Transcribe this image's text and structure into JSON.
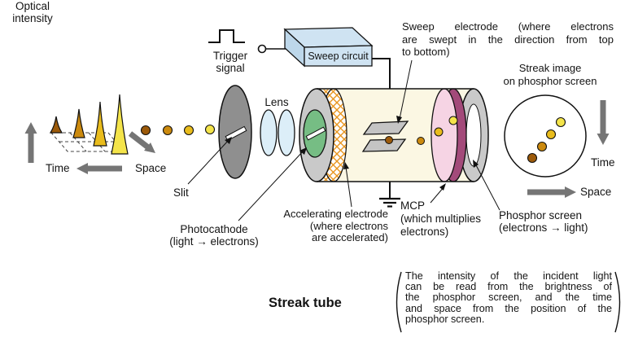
{
  "colors": {
    "box_blue": "#cfe3f2",
    "tube_cream": "#fbf7e3",
    "photocathode_green": "#76bd84",
    "mcp_pink": "#f6d4e4",
    "phosphor_magenta": "#a34a7a",
    "mesh_orange": "#e8951e",
    "slit_gray": "#8f8f8f",
    "cap_gray": "#c9c9c9",
    "plate_gray": "#c4c4c4",
    "lens_blue": "#dceef8",
    "axis_arrow_gray": "#757575",
    "dots": [
      "#9c5a0a",
      "#cc8a0e",
      "#e9bc1c",
      "#f4e44a"
    ]
  },
  "left_panel": {
    "optical_intensity": [
      "Optical",
      "intensity"
    ],
    "time": "Time",
    "space": "Space"
  },
  "input_stage": {
    "slit": "Slit",
    "lens": "Lens"
  },
  "trigger": {
    "label": [
      "Trigger",
      "signal"
    ]
  },
  "sweep_circuit": {
    "label": "Sweep circuit"
  },
  "tube": {
    "title": "Streak tube",
    "sweep_electrode": [
      "Sweep electrode (where electrons",
      "are swept in the direction from top",
      "to bottom)"
    ],
    "photocathode": [
      "Photocathode",
      "(light → electrons)"
    ],
    "accelerating": [
      "Accelerating electrode",
      "(where electrons",
      "are accelerated)"
    ],
    "mcp": [
      "MCP",
      "(which multiplies",
      "electrons)"
    ],
    "phosphor": [
      "Phosphor screen",
      "(electrons → light)"
    ]
  },
  "output": {
    "streak_image": [
      "Streak image",
      "on phosphor screen"
    ],
    "time": "Time",
    "space": "Space"
  },
  "note": {
    "lines": [
      "The intensity of the incident light",
      "can be read from the brightness of",
      "the phosphor screen, and the time",
      "and space from the position of the",
      "phosphor screen."
    ]
  }
}
